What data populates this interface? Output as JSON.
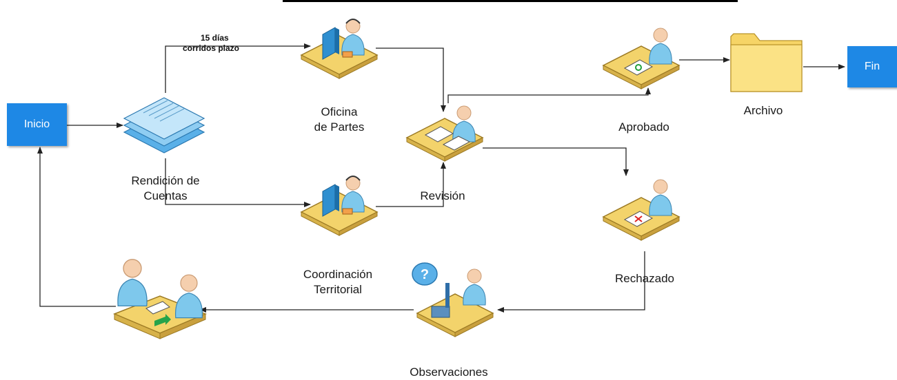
{
  "start_label": "Inicio",
  "end_label": "Fin",
  "nodes": {
    "rendicion": "Rendición de\nCuentas",
    "oficina": "Oficina\nde Partes",
    "coordinacion": "Coordinación\nTerritorial",
    "revision": "Revisión",
    "aprobado": "Aprobado",
    "archivo": "Archivo",
    "rechazado": "Rechazado",
    "observaciones": "Observaciones"
  },
  "edge_note": "15 días\ncorridos plazo",
  "colors": {
    "box": "#1e88e5",
    "desk": "#f3d36b",
    "person": "#7ec8ec",
    "monitor": "#2f8fd0",
    "folder": "#f6d466"
  }
}
